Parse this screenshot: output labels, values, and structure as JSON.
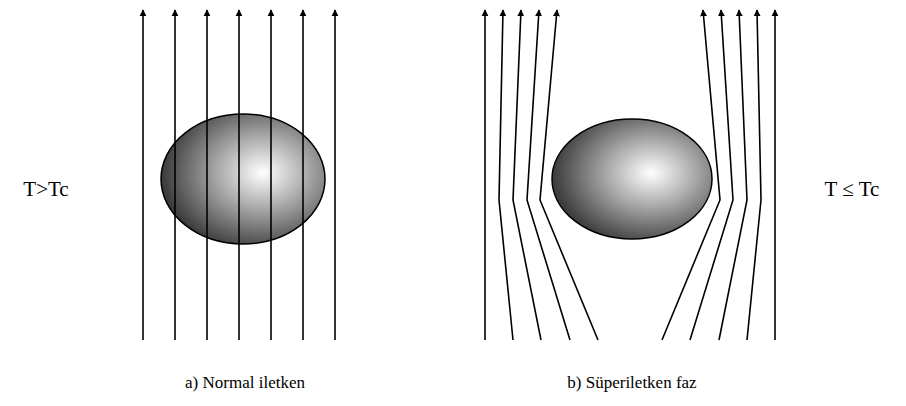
{
  "diagram": {
    "labels": [
      "T>Tc",
      "a) Normal iletken",
      "b) Süperiletken faz",
      "T ≤ Tc"
    ]
  }
}
